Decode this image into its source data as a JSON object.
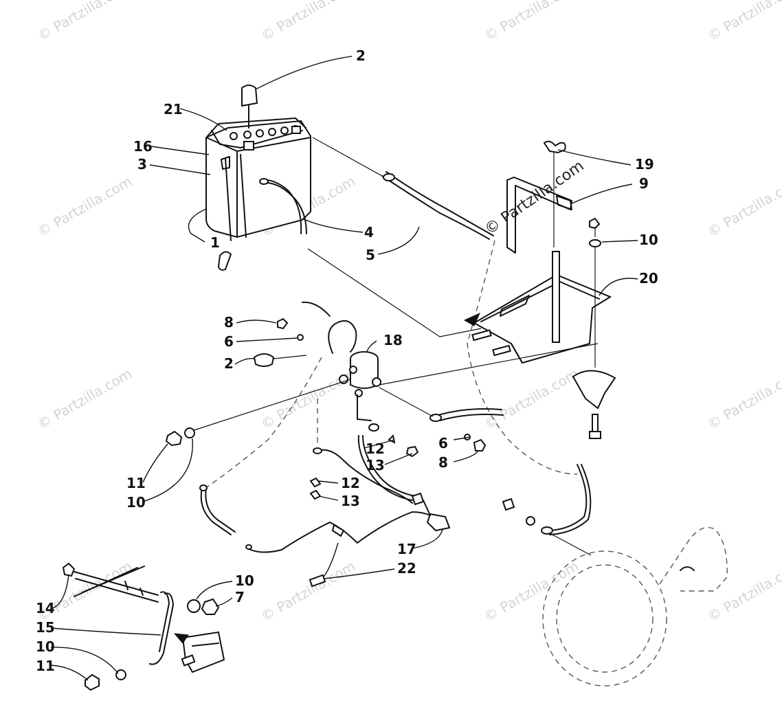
{
  "watermarks": {
    "text": "© Partzilla.com",
    "overlay_text": "© Partzilla.com"
  },
  "callouts": [
    {
      "id": "c2a",
      "label": "2"
    },
    {
      "id": "c21",
      "label": "21"
    },
    {
      "id": "c16",
      "label": "16"
    },
    {
      "id": "c3",
      "label": "3"
    },
    {
      "id": "c1",
      "label": "1"
    },
    {
      "id": "c4",
      "label": "4"
    },
    {
      "id": "c5",
      "label": "5"
    },
    {
      "id": "c19",
      "label": "19"
    },
    {
      "id": "c9",
      "label": "9"
    },
    {
      "id": "c10a",
      "label": "10"
    },
    {
      "id": "c20",
      "label": "20"
    },
    {
      "id": "c8a",
      "label": "8"
    },
    {
      "id": "c6a",
      "label": "6"
    },
    {
      "id": "c18",
      "label": "18"
    },
    {
      "id": "c2b",
      "label": "2"
    },
    {
      "id": "c12a",
      "label": "12"
    },
    {
      "id": "c13a",
      "label": "13"
    },
    {
      "id": "c6b",
      "label": "6"
    },
    {
      "id": "c8b",
      "label": "8"
    },
    {
      "id": "c11a",
      "label": "11"
    },
    {
      "id": "c10b",
      "label": "10"
    },
    {
      "id": "c12b",
      "label": "12"
    },
    {
      "id": "c13b",
      "label": "13"
    },
    {
      "id": "c17",
      "label": "17"
    },
    {
      "id": "c22",
      "label": "22"
    },
    {
      "id": "c10c",
      "label": "10"
    },
    {
      "id": "c7",
      "label": "7"
    },
    {
      "id": "c14",
      "label": "14"
    },
    {
      "id": "c15",
      "label": "15"
    },
    {
      "id": "c10d",
      "label": "10"
    },
    {
      "id": "c11b",
      "label": "11"
    }
  ]
}
